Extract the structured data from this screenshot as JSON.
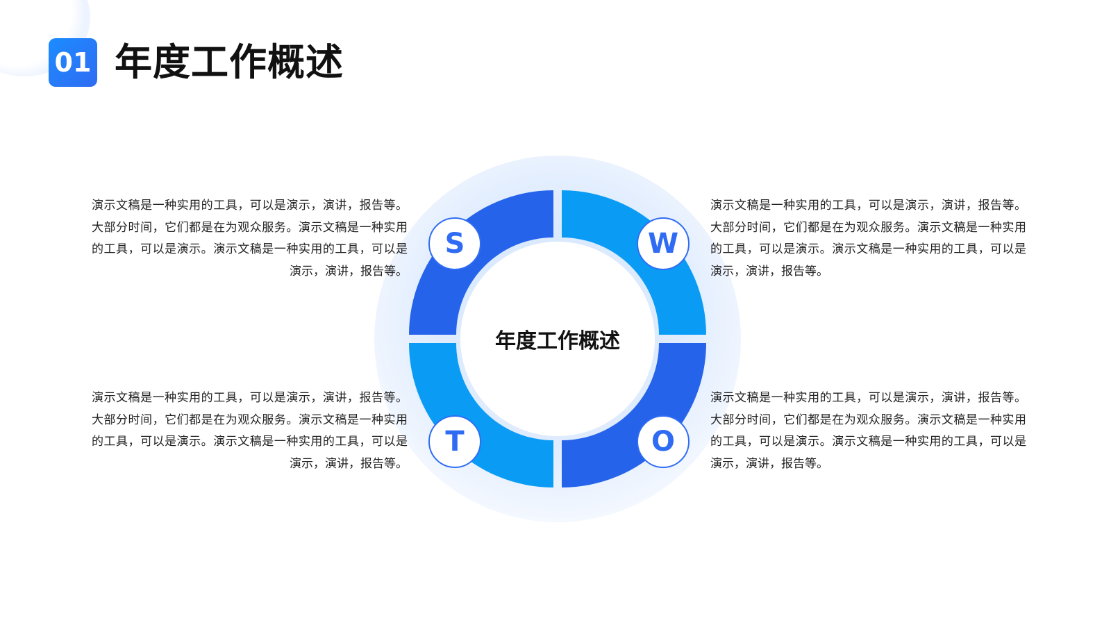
{
  "header": {
    "section_number": "01",
    "title": "年度工作概述"
  },
  "diagram": {
    "center_label": "年度工作概述",
    "quadrants": [
      {
        "letter": "S",
        "color": "#2563eb"
      },
      {
        "letter": "W",
        "color": "#0a9cf5"
      },
      {
        "letter": "T",
        "color": "#0a9cf5"
      },
      {
        "letter": "O",
        "color": "#2563eb"
      }
    ],
    "halo_color": "#dbeafe"
  },
  "paragraphs": {
    "top_left": "演示文稿是一种实用的工具，可以是演示，演讲，报告等。大部分时间，它们都是在为观众服务。演示文稿是一种实用的工具，可以是演示。演示文稿是一种实用的工具，可以是演示，演讲，报告等。",
    "top_right": "演示文稿是一种实用的工具，可以是演示，演讲，报告等。大部分时间，它们都是在为观众服务。演示文稿是一种实用的工具，可以是演示。演示文稿是一种实用的工具，可以是演示，演讲，报告等。",
    "bottom_left": "演示文稿是一种实用的工具，可以是演示，演讲，报告等。大部分时间，它们都是在为观众服务。演示文稿是一种实用的工具，可以是演示。演示文稿是一种实用的工具，可以是演示，演讲，报告等。",
    "bottom_right": "演示文稿是一种实用的工具，可以是演示，演讲，报告等。大部分时间，它们都是在为观众服务。演示文稿是一种实用的工具，可以是演示。演示文稿是一种实用的工具，可以是演示，演讲，报告等。"
  },
  "colors": {
    "accent_blue": "#2f6cf3",
    "accent_light": "#0a9cf5"
  }
}
